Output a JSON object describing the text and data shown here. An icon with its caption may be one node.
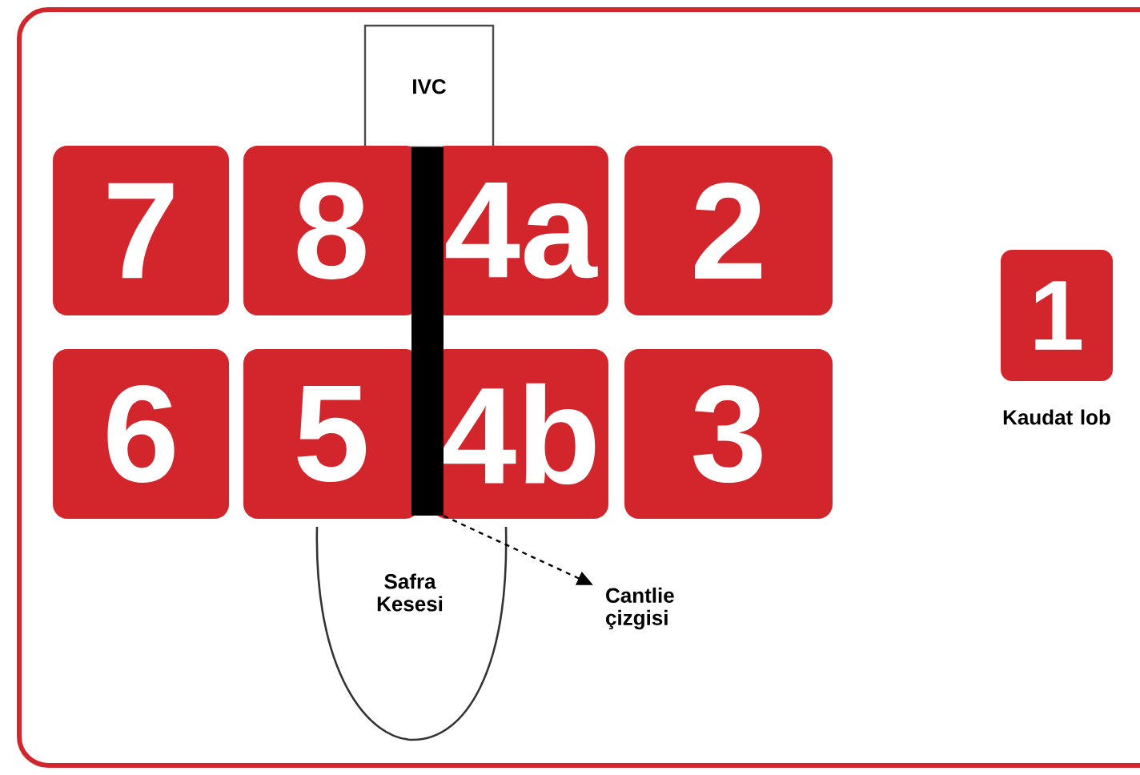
{
  "diagram": {
    "nodes": [
      {
        "text": [
          "IVC"
        ]
      },
      {
        "text": [],
        "shape": "bar"
      },
      {
        "text": [
          "7"
        ]
      },
      {
        "text": [
          "8"
        ]
      },
      {
        "text": [
          "4a"
        ]
      },
      {
        "text": [
          "2"
        ]
      },
      {
        "text": [
          "6"
        ]
      },
      {
        "text": [
          "5"
        ]
      },
      {
        "text": [
          "4b"
        ]
      },
      {
        "text": [
          "3"
        ]
      },
      {
        "text": [
          "1"
        ],
        "beside": [
          "Kaudat lob"
        ]
      },
      {
        "text": [
          "Safra Kesesi"
        ]
      },
      {
        "text": [
          "Cantlie çizgisi"
        ]
      }
    ],
    "edges": [
      {
        "from": 1,
        "to": 12,
        "arrow": "to",
        "style": "dashed"
      }
    ]
  }
}
